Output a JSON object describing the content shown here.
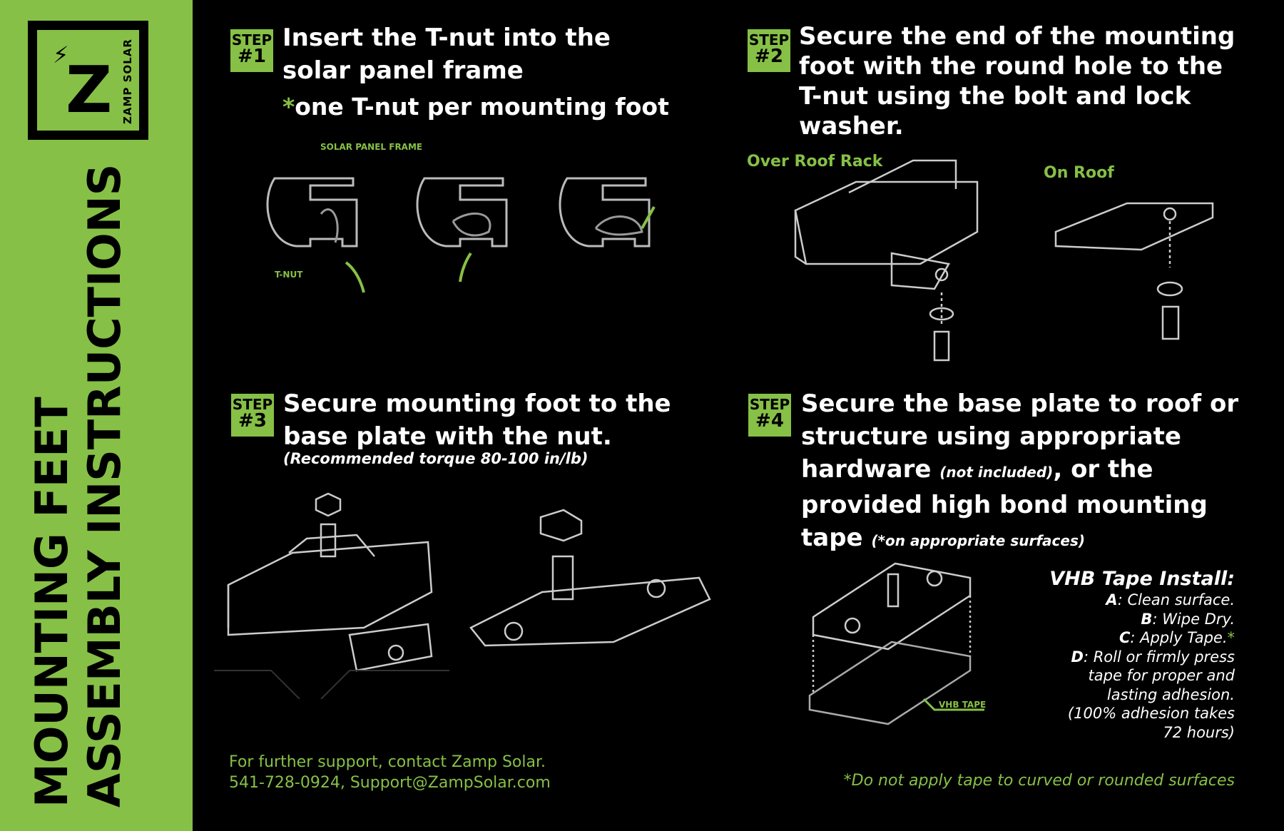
{
  "brand": {
    "logo_letter": "Z",
    "logo_text": "ZAMP SOLAR"
  },
  "sidebar": {
    "title_line1": "MOUNTING FEET",
    "title_line2": "ASSEMBLY INSTRUCTIONS"
  },
  "steps": [
    {
      "badge_step": "STEP",
      "badge_num": "#1",
      "title": "Insert the T-nut into the solar panel frame",
      "note_star": "*",
      "note": "one T-nut per mounting foot",
      "labels": {
        "frame": "SOLAR PANEL FRAME",
        "tnut": "T-NUT"
      }
    },
    {
      "badge_step": "STEP",
      "badge_num": "#2",
      "title": "Secure the end of the mounting foot with the round hole to the T-nut using the bolt and lock washer.",
      "labels": {
        "over_roof_rack": "Over Roof Rack",
        "on_roof": "On Roof"
      }
    },
    {
      "badge_step": "STEP",
      "badge_num": "#3",
      "title": "Secure mounting foot to the base plate with the nut.",
      "note": "(Recommended torque 80-100 in/lb)"
    },
    {
      "badge_step": "STEP",
      "badge_num": "#4",
      "title_a": "Secure the base plate to roof or structure using appropriate hardware",
      "title_b": "(not included)",
      "title_c": ", or the provided high bond mounting tape",
      "title_d": "(*on appropriate surfaces)",
      "labels": {
        "vhb_tape": "VHB TAPE"
      }
    }
  ],
  "vhb_install": {
    "heading": "VHB Tape Install:",
    "steps": [
      {
        "key": "A",
        "text": ": Clean surface."
      },
      {
        "key": "B",
        "text": ": Wipe Dry."
      },
      {
        "key": "C",
        "text": ": Apply Tape.",
        "star": "*"
      },
      {
        "key": "D",
        "text": ": Roll or firmly press tape for proper and lasting adhesion. (100% adhesion takes 72 hours)"
      }
    ]
  },
  "support": {
    "line1": "For further support, contact Zamp Solar.",
    "line2": "541-728-0924,  Support@ZampSolar.com"
  },
  "footnote": "*Do not apply tape to curved or rounded surfaces",
  "colors": {
    "accent": "#86c046",
    "background": "#000000"
  }
}
